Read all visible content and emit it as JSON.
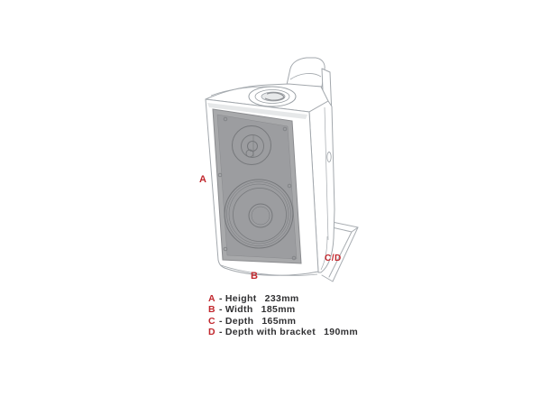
{
  "diagram": {
    "title": "speaker-dimensions-diagram",
    "labels": {
      "height": "A",
      "width": "B",
      "depth": "C/D"
    },
    "colors": {
      "accent": "#c1272d",
      "line": "#a3a8ad",
      "line_dark": "#77797c",
      "grille": "#a8a9ab",
      "grille_inner": "#9c9da0",
      "text": "#303032"
    }
  },
  "legend": {
    "rows": [
      {
        "letter": "A",
        "dash": "-",
        "name": "Height",
        "value": "233mm"
      },
      {
        "letter": "B",
        "dash": "-",
        "name": "Width",
        "value": "185mm"
      },
      {
        "letter": "C",
        "dash": "-",
        "name": "Depth",
        "value": "165mm"
      },
      {
        "letter": "D",
        "dash": "-",
        "name": "Depth with bracket",
        "value": "190mm"
      }
    ]
  }
}
